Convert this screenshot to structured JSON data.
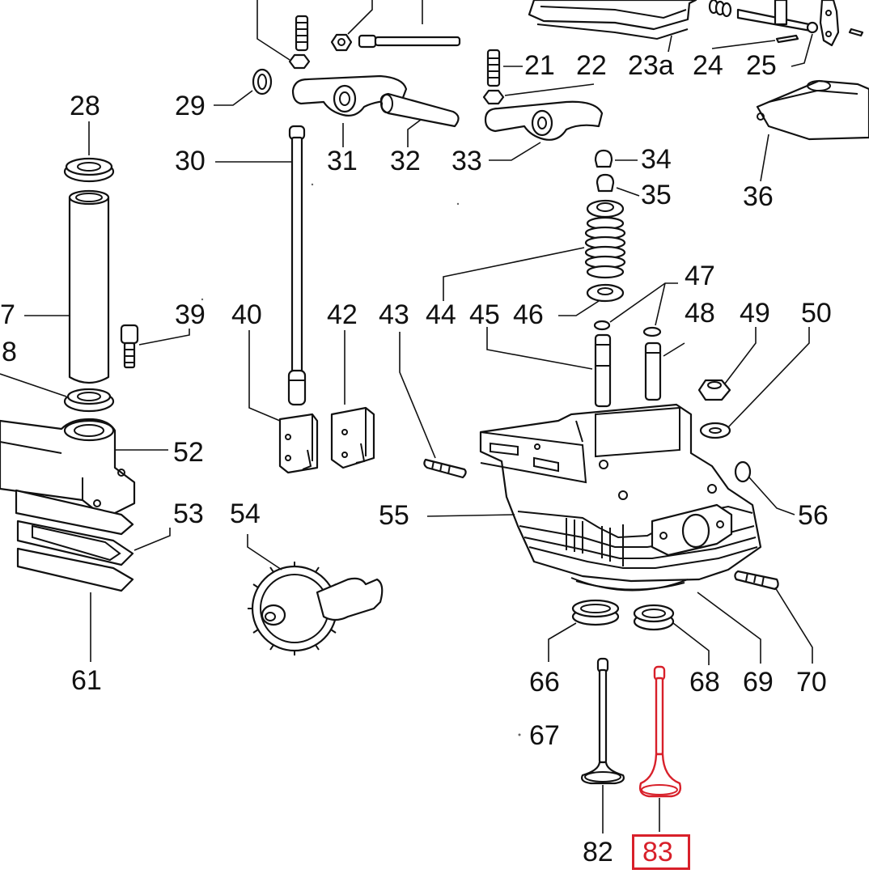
{
  "diagram": {
    "labels": [
      "21",
      "22",
      "23a",
      "24",
      "25",
      "28",
      "29",
      "30",
      "31",
      "32",
      "33",
      "34",
      "35",
      "36",
      "7",
      "39",
      "40",
      "42",
      "43",
      "44",
      "45",
      "46",
      "47",
      "48",
      "49",
      "50",
      "8",
      "52",
      "53",
      "54",
      "55",
      "56",
      "61",
      "66",
      "67",
      "68",
      "69",
      "70",
      "82",
      "83"
    ],
    "highlighted": "83",
    "highlight_color": "#d8202a"
  }
}
